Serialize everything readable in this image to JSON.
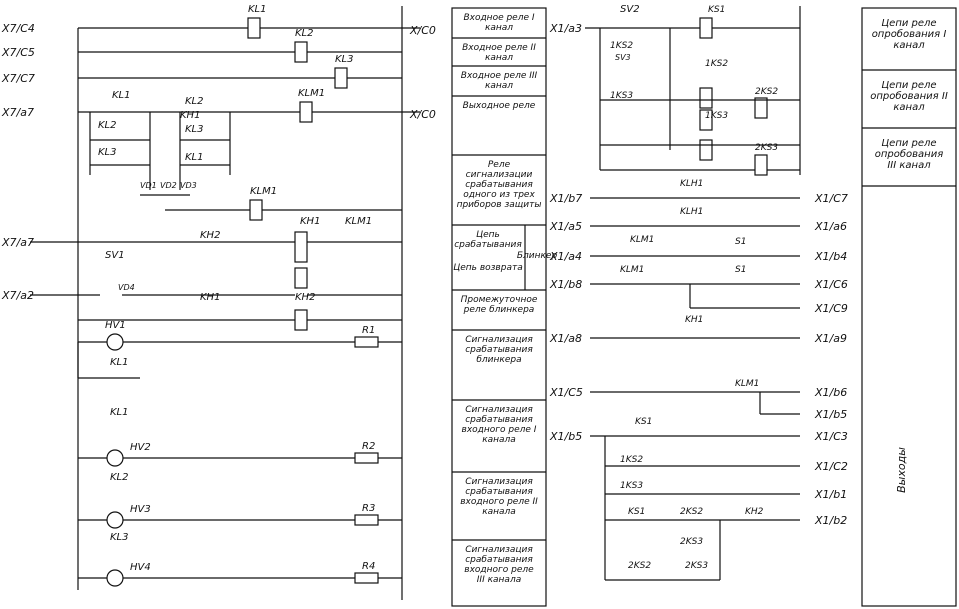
{
  "terminals_left": [
    "X7/C4",
    "X7/C5",
    "X7/C7",
    "X7/a7",
    "X7/a7",
    "X7/a2"
  ],
  "terminal_right_top": [
    "X/C0",
    "X/C0"
  ],
  "relays_top": [
    "KL1",
    "KL2",
    "KL3",
    "KLM1"
  ],
  "contacts_left": [
    "KL1",
    "KL2",
    "KL3",
    "KL2",
    "KL3",
    "KL1",
    "KLM1",
    "KH2",
    "KH1",
    "KLM1",
    "SV1",
    "KH1",
    "KH2",
    "KH1"
  ],
  "diodes": [
    "VD1",
    "VD2",
    "VD3",
    "VD4"
  ],
  "lamps": [
    "HV1",
    "HV2",
    "HV3",
    "HV4"
  ],
  "lamp_contacts": [
    "KL1",
    "KL1",
    "KL2",
    "KL3"
  ],
  "resistors": [
    "R1",
    "R2",
    "R3",
    "R4"
  ],
  "descriptions": [
    "Входное реле I канал",
    "Входное реле II канал",
    "Входное реле III канал",
    "Выходное реле",
    "Реле сигнализации срабатывания одного из трех приборов защиты",
    "Цепь срабатывания",
    "Цепь возврата",
    "Блинкер",
    "Промежуточное реле блинкера",
    "Сигнализация срабатывания блинкера",
    "Сигнализация срабатывания входного реле I канала",
    "Сигнализация срабатывания входного реле II канала",
    "Сигнализация срабатывания входного реле III канала"
  ],
  "right_circuit": {
    "top_terminal": "X1/a3",
    "switches": [
      "SV2",
      "SV3"
    ],
    "relays": [
      "KS1",
      "1KS2",
      "1KS3",
      "2KS2",
      "2KS3",
      "1KS2",
      "1KS3"
    ],
    "contacts": [
      "KLH1",
      "KLH1",
      "KLM1",
      "KLM1",
      "S1",
      "S1",
      "KH1",
      "KLM1",
      "KS1",
      "1KS2",
      "1KS3",
      "KS1",
      "2KS2",
      "2KS3",
      "KH2",
      "2KS2",
      "2KS3"
    ],
    "terminals_left": [
      "X1/b7",
      "X1/a5",
      "X1/a4",
      "X1/b8",
      "X1/a8",
      "X1/C5",
      "X1/b5"
    ],
    "terminals_right": [
      "X1/C7",
      "X1/a6",
      "X1/b4",
      "X1/C6",
      "X1/C9",
      "X1/a9",
      "X1/b6",
      "X1/b5",
      "X1/C3",
      "X1/C2",
      "X1/b1",
      "X1/b2"
    ]
  },
  "right_panel": [
    "Цепи реле опробования I канал",
    "Цепи реле опробования II канал",
    "Цепи реле опробования III канал",
    "Выходы"
  ]
}
